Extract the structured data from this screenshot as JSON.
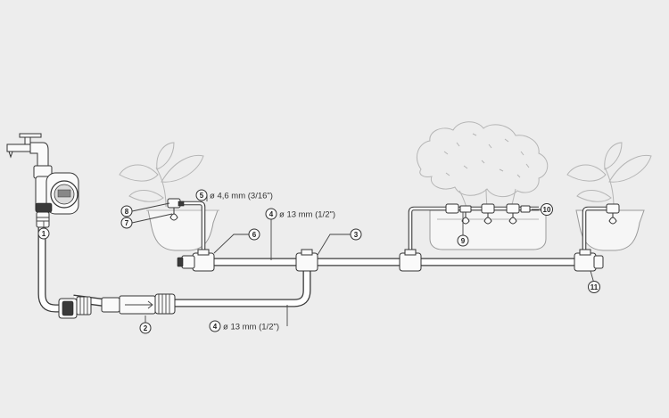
{
  "labels": {
    "sup_tube": "ø 4,6 mm (3/16\")",
    "main_pipe_upper": "ø 13 mm (1/2\")",
    "main_pipe_lower": "ø 13 mm (1/2\")"
  },
  "callouts": {
    "c1": "1",
    "c2": "2",
    "c3": "3",
    "c4a": "4",
    "c4b": "4",
    "c5": "5",
    "c6": "6",
    "c7": "7",
    "c8": "8",
    "c9": "9",
    "c10": "10",
    "c11": "11"
  },
  "icons": {
    "tap": "tap-icon",
    "timer": "water-timer-icon",
    "connector": "hose-connector-icon",
    "dripper": "dripper-icon",
    "tee": "t-piece-icon",
    "end_plug": "end-plug-icon"
  }
}
